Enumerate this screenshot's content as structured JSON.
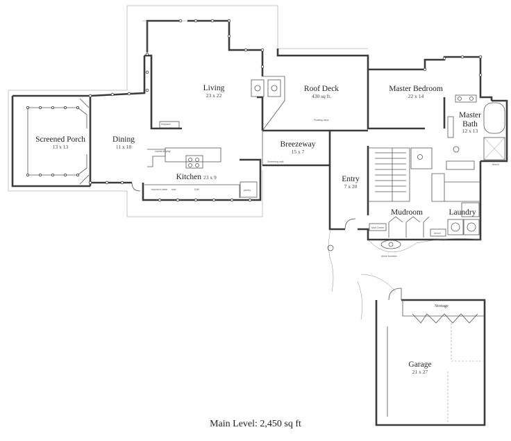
{
  "rooms": {
    "screened_porch": {
      "name": "Screened Porch",
      "dim": "13 x 13"
    },
    "dining": {
      "name": "Dining",
      "dim": "11 x 18"
    },
    "living": {
      "name": "Living",
      "dim": "23 x 22"
    },
    "kitchen": {
      "name": "Kitchen",
      "dim": "23 x 9"
    },
    "roof_deck": {
      "name": "Roof Deck",
      "dim": "430 sq ft."
    },
    "breezeway": {
      "name": "Breezeway",
      "dim": "15 x 7"
    },
    "master_bedroom": {
      "name": "Master Bedroom",
      "dim": "22 x 14"
    },
    "master_bath": {
      "name": "Master",
      "name2": "Bath",
      "dim": "12 x 13"
    },
    "entry": {
      "name": "Entry",
      "dim": "7 x 20"
    },
    "mudroom": {
      "name": "Mudroom"
    },
    "laundry": {
      "name": "Laundry"
    },
    "garage": {
      "name": "Garage",
      "dim": "21 x 27"
    },
    "storage": {
      "name": "Storage"
    }
  },
  "fixtures": {
    "mail_center": "Mail Center",
    "bench": "bench",
    "bench2": "bench",
    "pantry": "pantry",
    "stone_fountain": "stone fountain"
  },
  "caption": "Main Level:  2,450 sq ft"
}
